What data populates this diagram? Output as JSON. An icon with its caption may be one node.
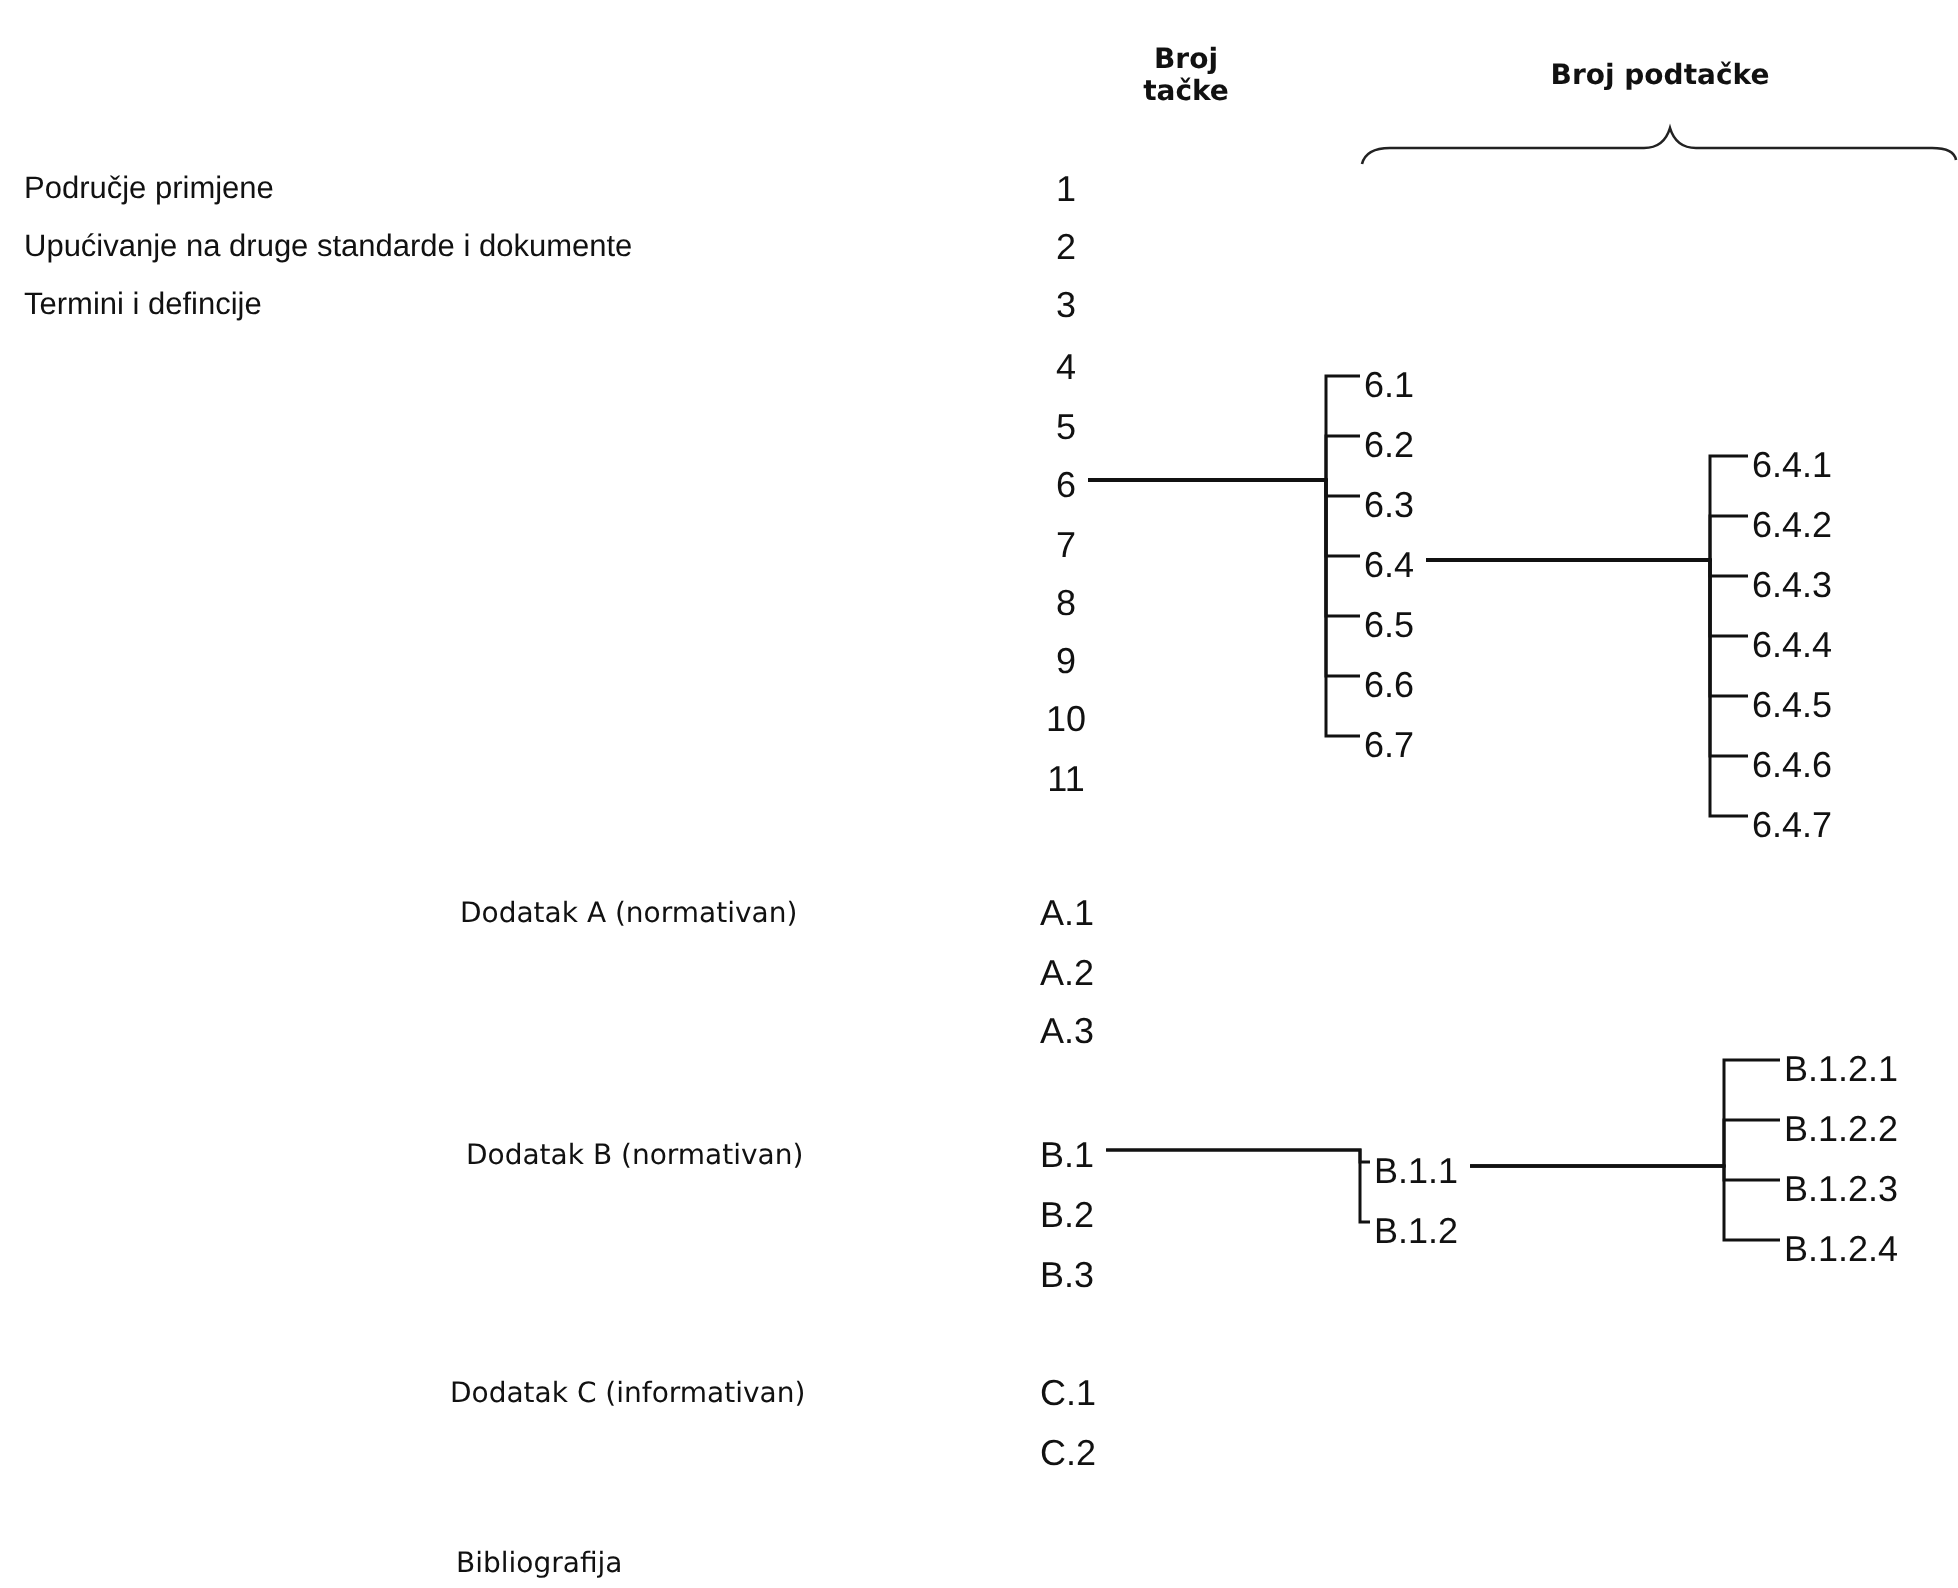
{
  "diagram": {
    "nodes": [
      {
        "text": [
          "6"
        ]
      },
      {
        "text": [
          "6.1"
        ]
      },
      {
        "text": [
          "6.2"
        ]
      },
      {
        "text": [
          "6.3"
        ]
      },
      {
        "text": [
          "6.4"
        ]
      },
      {
        "text": [
          "6.5"
        ]
      },
      {
        "text": [
          "6.6"
        ]
      },
      {
        "text": [
          "6.7"
        ]
      },
      {
        "text": [
          "6.4.1"
        ]
      },
      {
        "text": [
          "6.4.2"
        ]
      },
      {
        "text": [
          "6.4.3"
        ]
      },
      {
        "text": [
          "6.4.4"
        ]
      },
      {
        "text": [
          "6.4.5"
        ]
      },
      {
        "text": [
          "6.4.6"
        ]
      },
      {
        "text": [
          "6.4.7"
        ]
      },
      {
        "text": [
          "B.1"
        ]
      },
      {
        "text": [
          "B.1.1"
        ]
      },
      {
        "text": [
          "B.1.2"
        ]
      },
      {
        "text": [
          "B.1.2.1"
        ]
      },
      {
        "text": [
          "B.1.2.2"
        ]
      },
      {
        "text": [
          "B.1.2.3"
        ]
      },
      {
        "text": [
          "B.1.2.4"
        ]
      }
    ],
    "edges": [
      {
        "from": 0,
        "to": 1,
        "arrow": "none"
      },
      {
        "from": 0,
        "to": 2,
        "arrow": "none"
      },
      {
        "from": 0,
        "to": 3,
        "arrow": "none"
      },
      {
        "from": 0,
        "to": 4,
        "arrow": "none"
      },
      {
        "from": 0,
        "to": 5,
        "arrow": "none"
      },
      {
        "from": 0,
        "to": 6,
        "arrow": "none"
      },
      {
        "from": 0,
        "to": 7,
        "arrow": "none"
      },
      {
        "from": 4,
        "to": 8,
        "arrow": "none"
      },
      {
        "from": 4,
        "to": 9,
        "arrow": "none"
      },
      {
        "from": 4,
        "to": 10,
        "arrow": "none"
      },
      {
        "from": 4,
        "to": 11,
        "arrow": "none"
      },
      {
        "from": 4,
        "to": 12,
        "arrow": "none"
      },
      {
        "from": 4,
        "to": 13,
        "arrow": "none"
      },
      {
        "from": 4,
        "to": 14,
        "arrow": "none"
      },
      {
        "from": 15,
        "to": 16,
        "arrow": "none"
      },
      {
        "from": 15,
        "to": 17,
        "arrow": "none"
      },
      {
        "from": 16,
        "to": 18,
        "arrow": "none"
      },
      {
        "from": 16,
        "to": 19,
        "arrow": "none"
      },
      {
        "from": 16,
        "to": 20,
        "arrow": "none"
      },
      {
        "from": 16,
        "to": 21,
        "arrow": "none"
      }
    ],
    "labels": [
      "Broj tačke",
      "Broj podtačke",
      "Područje primjene",
      "1",
      "Upućivanje na druge standarde i dokumente",
      "2",
      "Termini i defincije",
      "3",
      "4",
      "5",
      "7",
      "8",
      "9",
      "10",
      "11",
      "Dodatak A (normativan)",
      "A.1",
      "A.2",
      "A.3",
      "Dodatak B (normativan)",
      "B.2",
      "B.3",
      "Dodatak C (informativan)",
      "C.1",
      "C.2",
      "Bibliografija"
    ]
  }
}
